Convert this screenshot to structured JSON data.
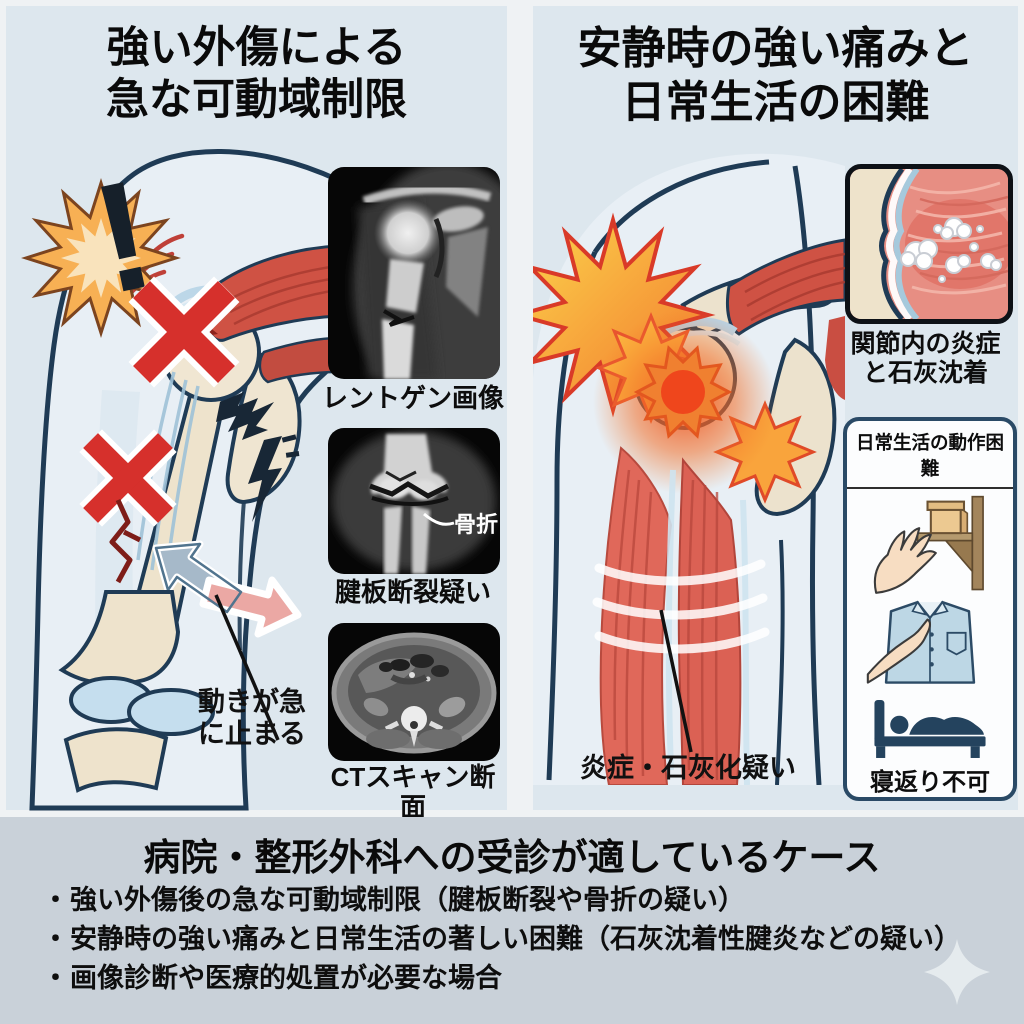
{
  "left_panel": {
    "title": [
      "強い外傷による",
      "急な可動域制限"
    ],
    "exclamation": "!",
    "motion_label": [
      "動きが急",
      "に止まる"
    ],
    "xray_caption": "レントゲン画像",
    "fracture_caption": "腱板断裂疑い",
    "fracture_annotation": "骨折",
    "ct_caption": "CTスキャン断面"
  },
  "right_panel": {
    "title": [
      "安静時の強い痛みと",
      "日常生活の困難"
    ],
    "inflammation_caption": [
      "関節内の炎症",
      "と石灰沈着"
    ],
    "daily_box": {
      "title": "日常生活の動作困難",
      "bed_label": "寝返り不可"
    },
    "diagnosis_label": "炎症・石灰化疑い"
  },
  "footer": {
    "heading": "病院・整形外科への受診が適しているケース",
    "bullet_char": "・",
    "bullets": [
      "強い外傷後の急な可動域制限（腱板断裂や骨折の疑い）",
      "安静時の強い痛みと日常生活の著しい困難（石灰沈着性腱炎などの疑い）",
      "画像診断や医療的処置が必要な場合"
    ]
  },
  "colors": {
    "panel_bg": "#dde7ee",
    "gap_bg": "#eff2f4",
    "footer_bg": "#c9d1d9",
    "outline_navy": "#1f3b55",
    "bone_beige": "#eee3cc",
    "muscle_red": "#cf5244",
    "warning_orange": "#f7b054",
    "pain_burst_red": "#d93a28",
    "x_mark_red": "#d6302c"
  }
}
